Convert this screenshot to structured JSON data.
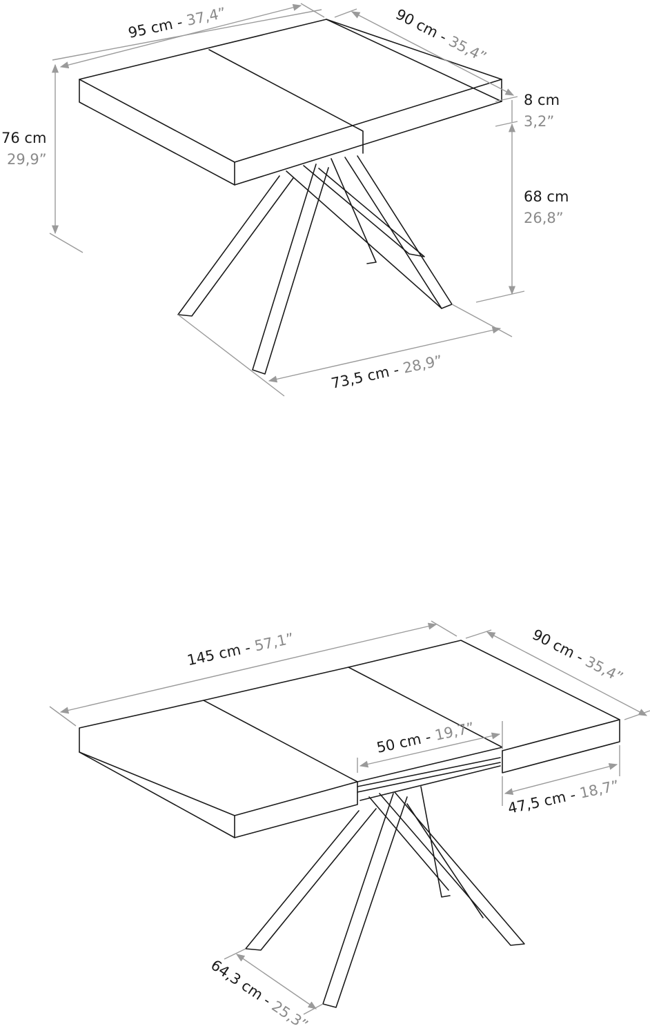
{
  "diagram_1": {
    "width_cm": "95 cm",
    "width_in": "37,4”",
    "depth_cm": "90 cm",
    "depth_in": "35,4”",
    "height_cm": "76 cm",
    "height_in": "29,9”",
    "top_thickness_cm": "8 cm",
    "top_thickness_in": "3,2”",
    "leg_height_cm": "68 cm",
    "leg_height_in": "26,8”",
    "base_width_cm": "73,5 cm",
    "base_width_in": "28,9”"
  },
  "diagram_2": {
    "width_cm": "145 cm",
    "width_in": "57,1”",
    "depth_cm": "90 cm",
    "depth_in": "35,4”",
    "extension_cm": "50 cm",
    "extension_in": "19,7”",
    "side_cm": "47,5 cm",
    "side_in": "18,7”",
    "base_depth_cm": "64,3 cm",
    "base_depth_in": "25,3”"
  },
  "colors": {
    "lines": "#1a1a1a",
    "dimension_lines": "#9a9a9a",
    "inch_text": "#8a8a8a"
  }
}
